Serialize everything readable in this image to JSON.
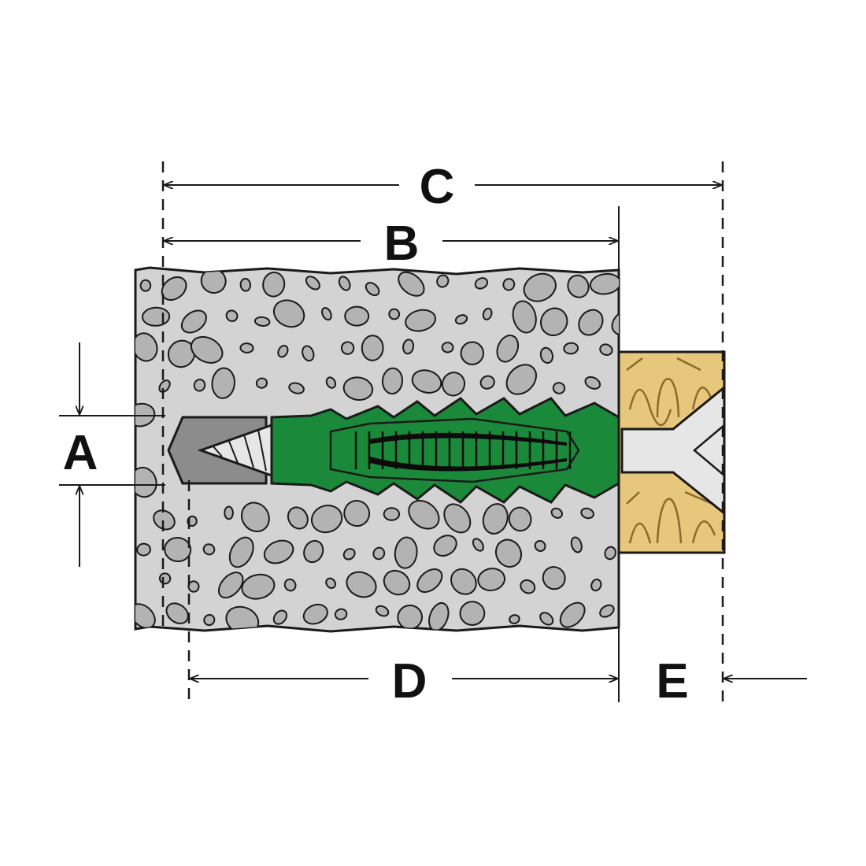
{
  "labels": {
    "a": "A",
    "b": "B",
    "c": "C",
    "d": "D",
    "e": "E"
  },
  "colors": {
    "concrete": "#d3d3d3",
    "pebble": "#b3b3b3",
    "dowel": "#1a8a3a",
    "dowel_dark": "#0f5e26",
    "wood": "#e7c77b",
    "wood_grain": "#8b6a2b",
    "screw": "#e6e6e6",
    "drill_tip": "#8c8c8c",
    "line": "#1a1a1a"
  }
}
